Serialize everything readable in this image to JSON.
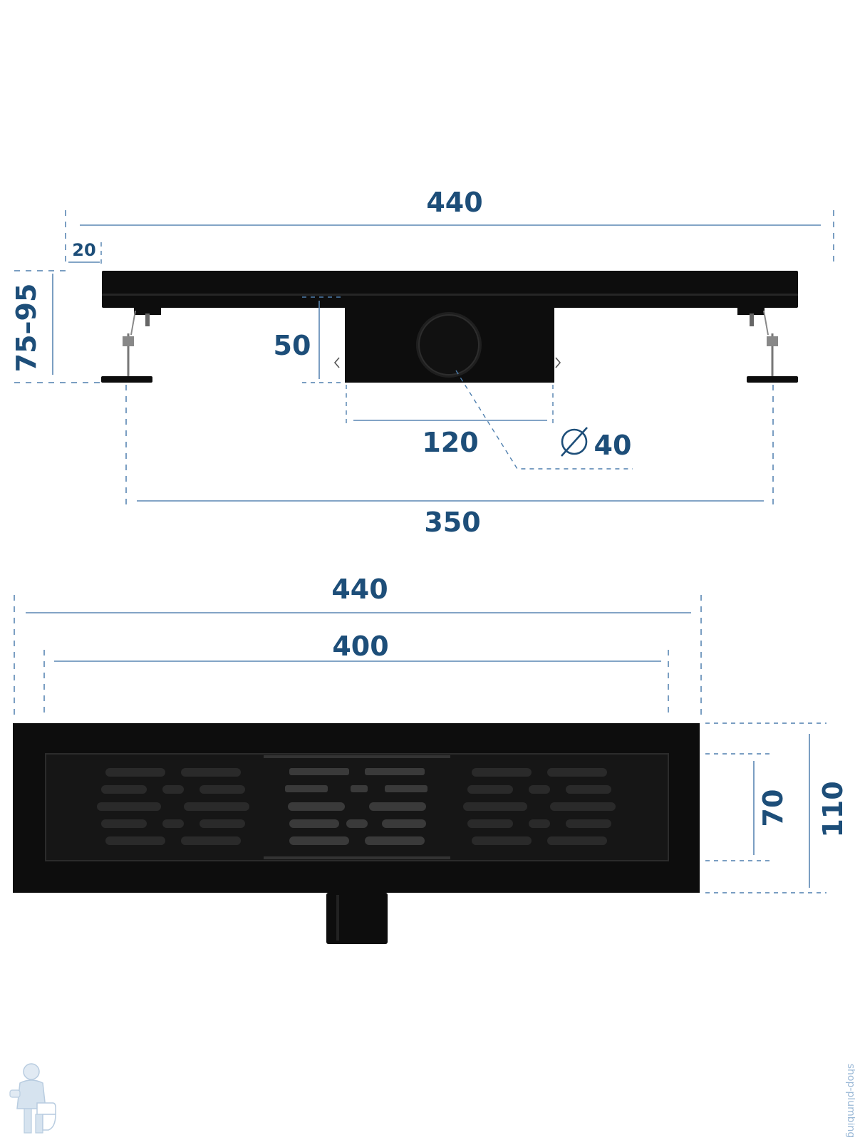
{
  "side_view": {
    "overall_length": "440",
    "edge_offset": "20",
    "height_range": "75–95",
    "outlet_height": "50",
    "body_width": "120",
    "outlet_diameter": "40",
    "leg_spacing": "350"
  },
  "top_view": {
    "overall_length": "440",
    "grate_length": "400",
    "grate_width": "70",
    "overall_width": "110"
  },
  "colors": {
    "dimension_text": "#1d4e79",
    "dimension_line": "#5a86b3",
    "product": "#0d0d0d"
  },
  "watermark": {
    "vertical_text": "shop-plumbing"
  }
}
